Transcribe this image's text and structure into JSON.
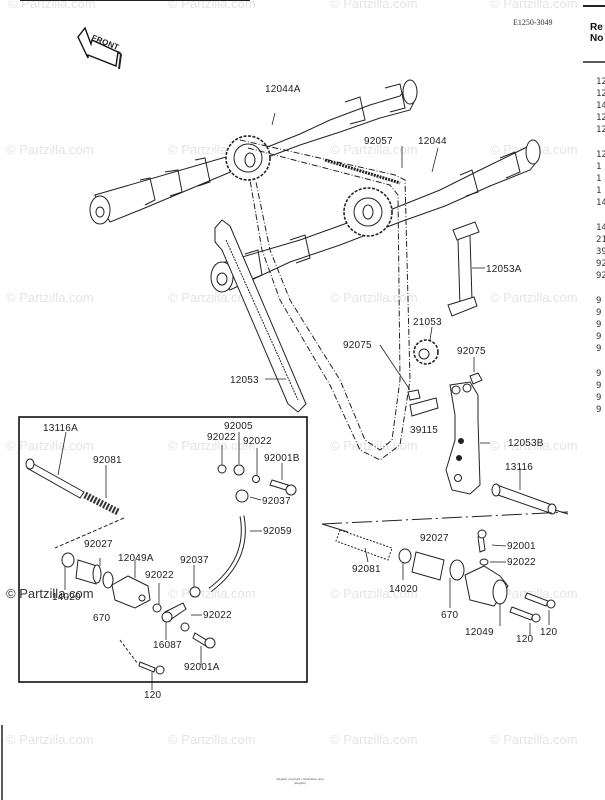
{
  "diagram": {
    "code": "E1250-3049",
    "front_arrow": "FRONT",
    "watermark": "© Partzilla.com",
    "reference_header": [
      "Re",
      "No"
    ],
    "reference_column_partial": [
      "12",
      "12",
      "14",
      "12",
      "12",
      "12",
      "1",
      "1",
      "1",
      "14",
      "14",
      "21",
      "39",
      "92",
      "92",
      "9",
      "9",
      "9",
      "9",
      "9",
      "9",
      "9",
      "9",
      "9"
    ],
    "footer_lines": [
      "(illegible copyright / publication text)",
      "(illegible)"
    ]
  },
  "callouts": {
    "c12044A": "12044A",
    "c92057": "92057",
    "c12044": "12044",
    "c12053A": "12053A",
    "c21053": "21053",
    "c92075a": "92075",
    "c92075b": "92075",
    "c12053": "12053",
    "c39115": "39115",
    "c12053B": "12053B",
    "c13116": "13116",
    "c13116A": "13116A",
    "c92081a": "92081",
    "c92005": "92005",
    "c92022a": "92022",
    "c92022b": "92022",
    "c92001B": "92001B",
    "c92037a": "92037",
    "c92059": "92059",
    "c92027a": "92027",
    "c12049A": "12049A",
    "c92037b": "92037",
    "c92022c": "92022",
    "c14020a": "14020",
    "c670a": "670",
    "c16087": "16087",
    "c92022d": "92022",
    "c92001A": "92001A",
    "c120a": "120",
    "c92027b": "92027",
    "c92001": "92001",
    "c92022e": "92022",
    "c92081b": "92081",
    "c14020b": "14020",
    "c670b": "670",
    "c12049": "12049",
    "c120b": "120",
    "c120c": "120"
  }
}
